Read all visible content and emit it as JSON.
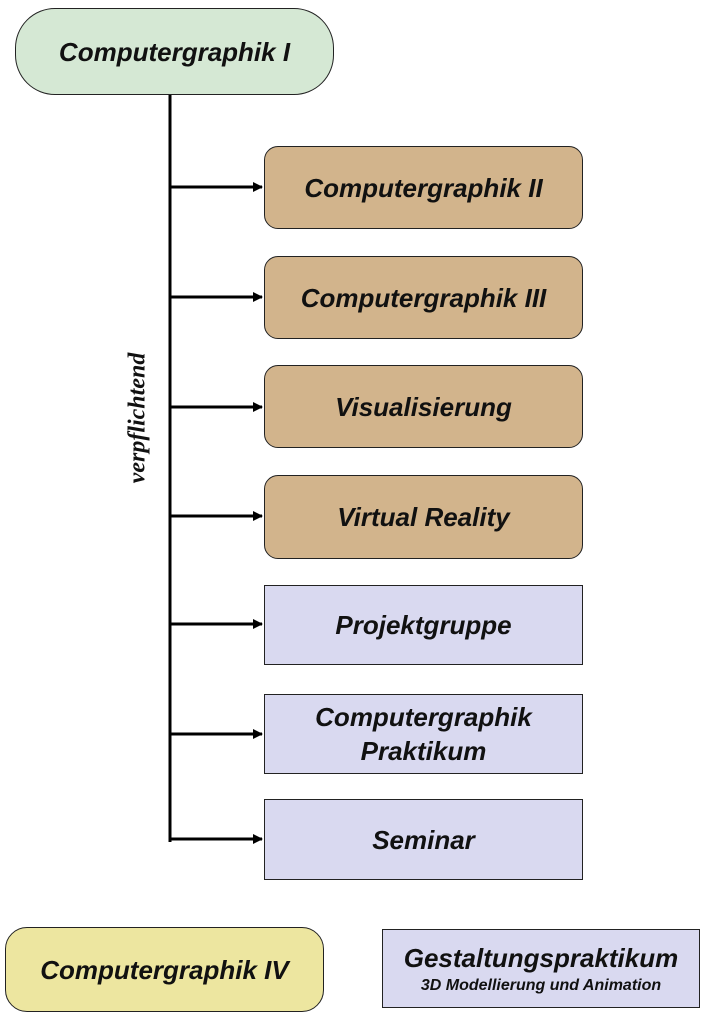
{
  "root": {
    "label": "Computergraphik I"
  },
  "branch_label": "verpflichtend",
  "branches": [
    {
      "label": "Computergraphik II"
    },
    {
      "label": "Computergraphik III"
    },
    {
      "label": "Visualisierung"
    },
    {
      "label": "Virtual Reality"
    },
    {
      "label": "Projektgruppe"
    },
    {
      "label_line1": "Computergraphik",
      "label_line2": "Praktikum"
    },
    {
      "label": "Seminar"
    }
  ],
  "bottom_left": {
    "label": "Computergraphik IV"
  },
  "bottom_right": {
    "title": "Gestaltungspraktikum",
    "subtitle": "3D Modellierung und Animation"
  },
  "colors": {
    "root_fill": "#d5e8d4",
    "brown_fill": "#d2b48c",
    "lavender_fill": "#d9d9f0",
    "yellow_fill": "#ede6a0",
    "line": "#000000"
  }
}
